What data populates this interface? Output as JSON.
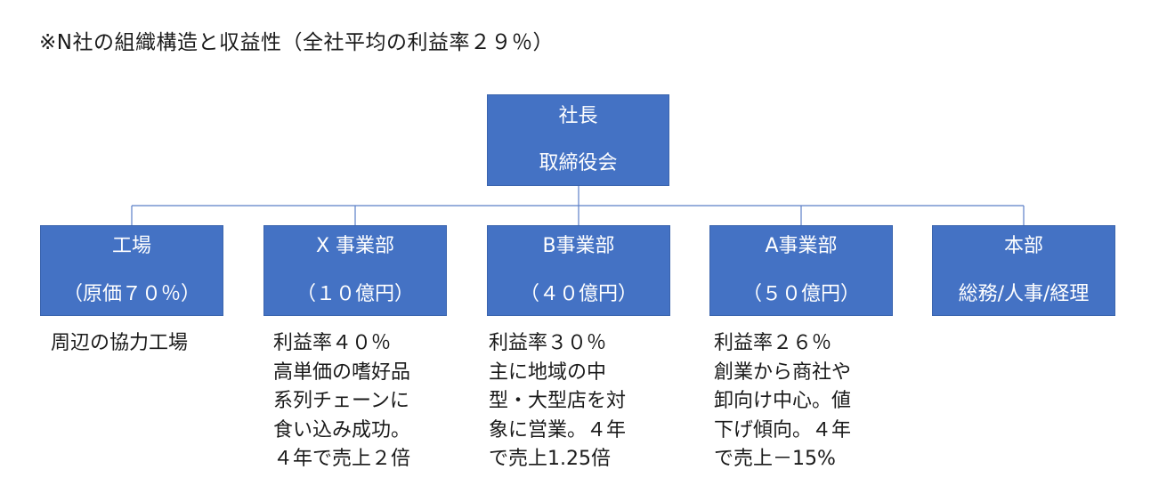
{
  "title": "※N社の組織構造と収益性（全社平均の利益率２９％）",
  "top": {
    "line1": "社長",
    "line2": "取締役会"
  },
  "units": [
    {
      "line1": "工場",
      "line2": "（原価７０％）"
    },
    {
      "line1": "X 事業部",
      "line2": "（１０億円）"
    },
    {
      "line1": "B事業部",
      "line2": "（４０億円）"
    },
    {
      "line1": "A事業部",
      "line2": "（５０億円）"
    },
    {
      "line1": "本部",
      "line2": "総務/人事/経理"
    }
  ],
  "descriptions": [
    [
      "周辺の協力工場"
    ],
    [
      "利益率４０％",
      "高単価の嗜好品",
      "系列チェーンに",
      "食い込み成功。",
      "４年で売上２倍"
    ],
    [
      "利益率３０％",
      "主に地域の中",
      "型・大型店を対",
      "象に営業。４年",
      "で売上1.25倍"
    ],
    [
      "利益率２６％",
      "創業から商社や",
      "卸向け中心。値",
      "下げ傾向。４年",
      "で売上－15%"
    ]
  ],
  "colors": {
    "box_fill": "#4472c4",
    "box_text": "#ffffff",
    "connector": "#5b7fc7"
  }
}
